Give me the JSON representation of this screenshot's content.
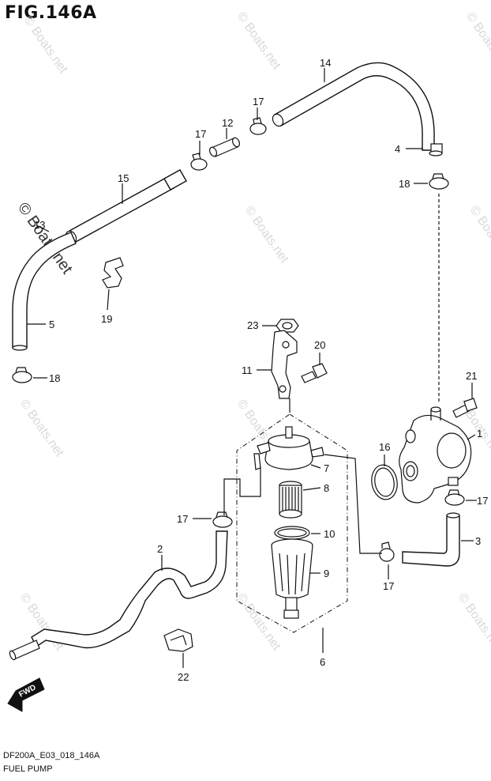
{
  "figure": {
    "title": "FIG.146A",
    "code": "DF200A_E03_018_146A",
    "name": "FUEL PUMP"
  },
  "watermark": {
    "text": "© Boats.net"
  },
  "fwd_label": "FWD",
  "callouts": [
    "14",
    "17",
    "12",
    "17",
    "4",
    "15",
    "18",
    "13",
    "19",
    "5",
    "18",
    "23",
    "20",
    "11",
    "21",
    "1",
    "16",
    "7",
    "8",
    "17",
    "17",
    "10",
    "3",
    "2",
    "9",
    "17",
    "22",
    "6"
  ]
}
